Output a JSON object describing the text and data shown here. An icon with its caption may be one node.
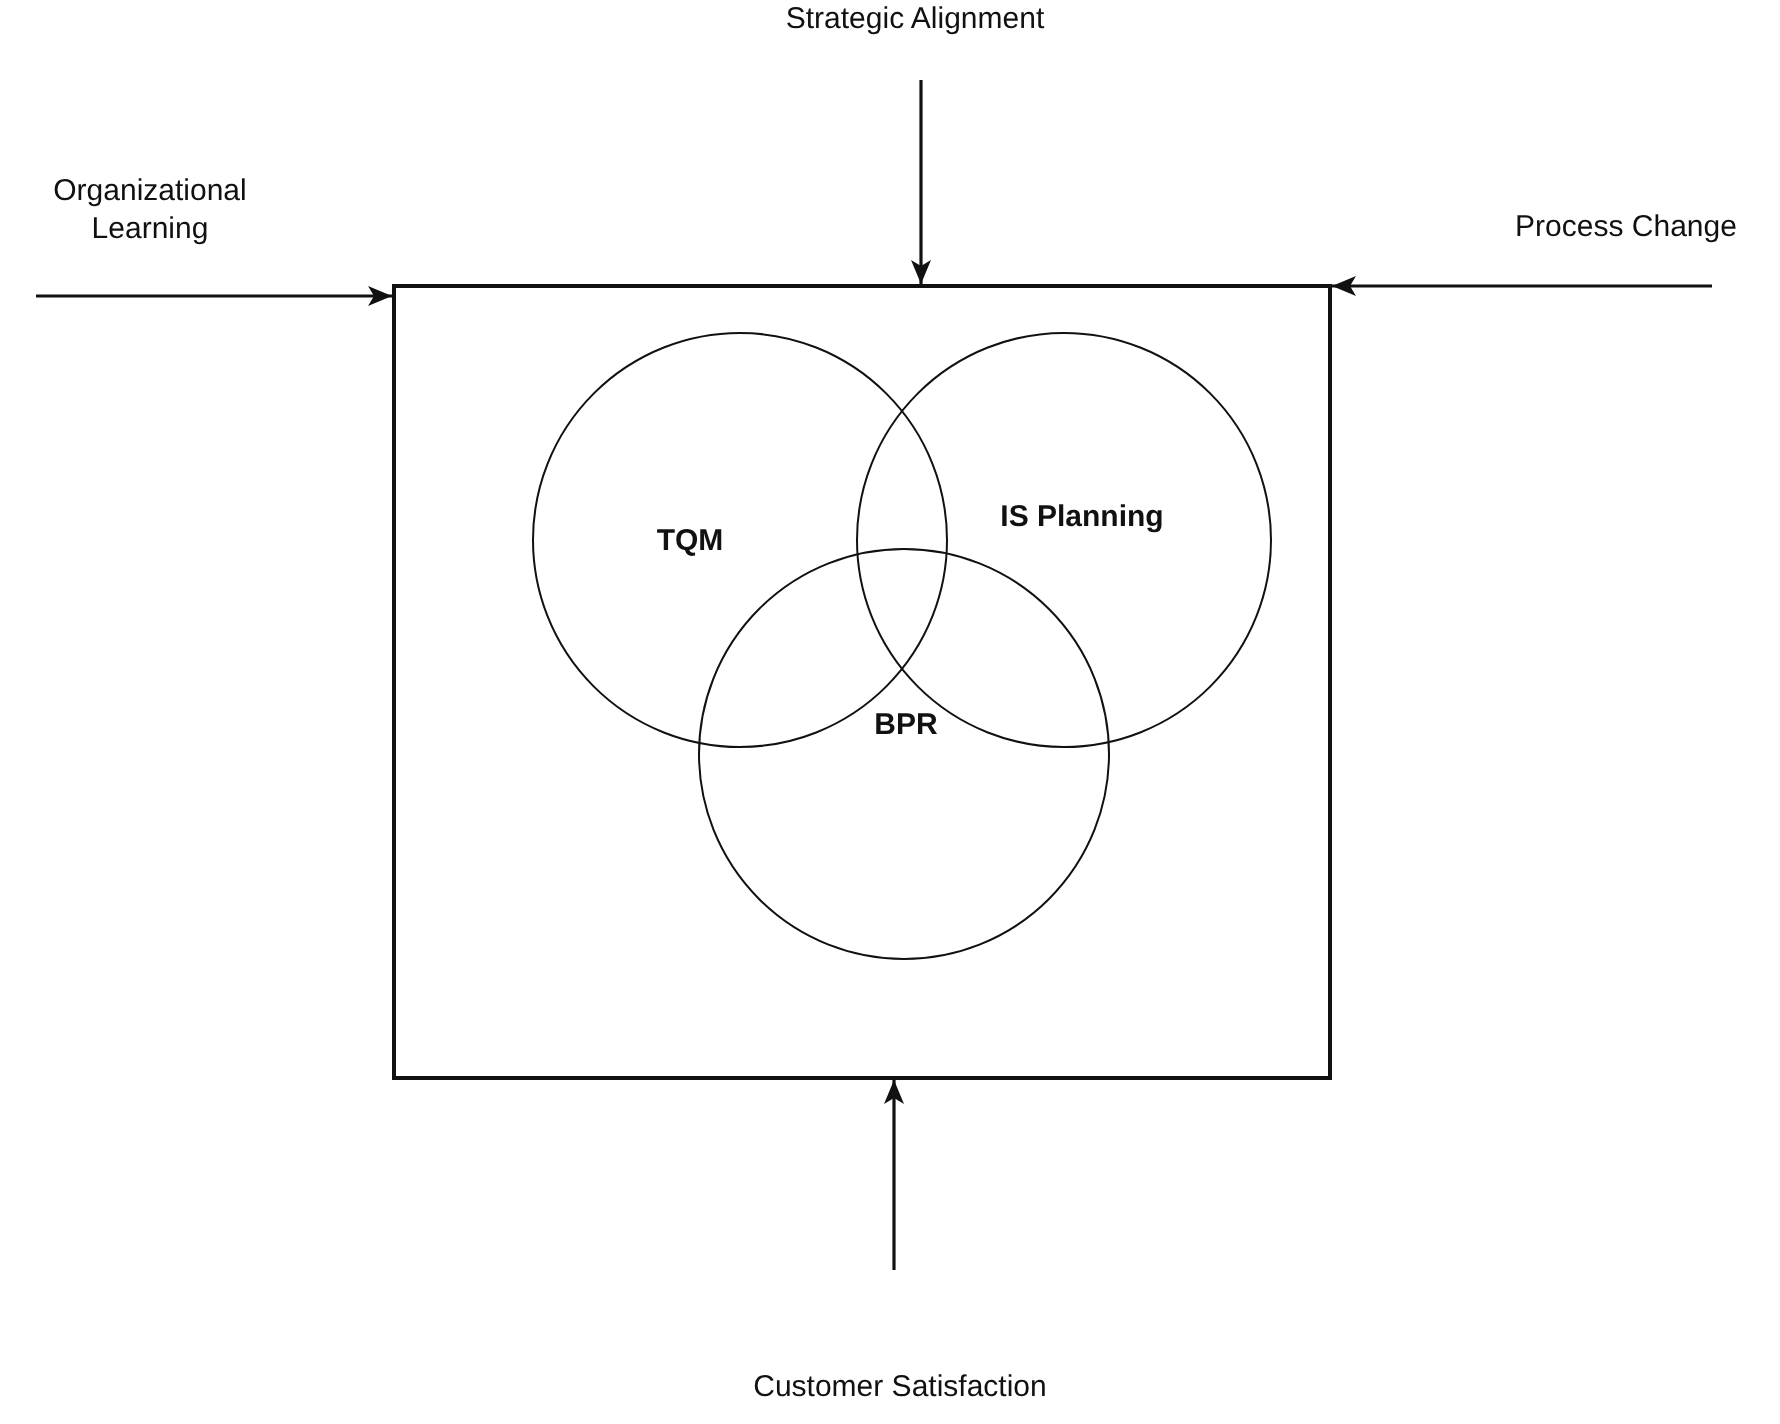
{
  "diagram": {
    "nodes": [
      {
        "text": [
          "Strategic Alignment"
        ]
      },
      {
        "text": [
          "Organizational Learning"
        ]
      },
      {
        "text": [],
        "shape": "box"
      },
      {
        "text": [
          "TQM"
        ],
        "in": 2
      },
      {
        "text": [
          "IS Planning"
        ],
        "in": 2
      },
      {
        "text": [
          "BPR"
        ],
        "in": 2
      },
      {
        "text": [
          "Process Change"
        ]
      },
      {
        "text": [
          "Customer Satisfaction"
        ]
      }
    ],
    "edges": [
      {
        "from": 0,
        "to": 2,
        "arrow": "to"
      },
      {
        "from": 1,
        "to": 2,
        "arrow": "to"
      },
      {
        "from": 6,
        "to": 2,
        "arrow": "to"
      },
      {
        "from": 7,
        "to": 2,
        "arrow": "to"
      }
    ]
  }
}
